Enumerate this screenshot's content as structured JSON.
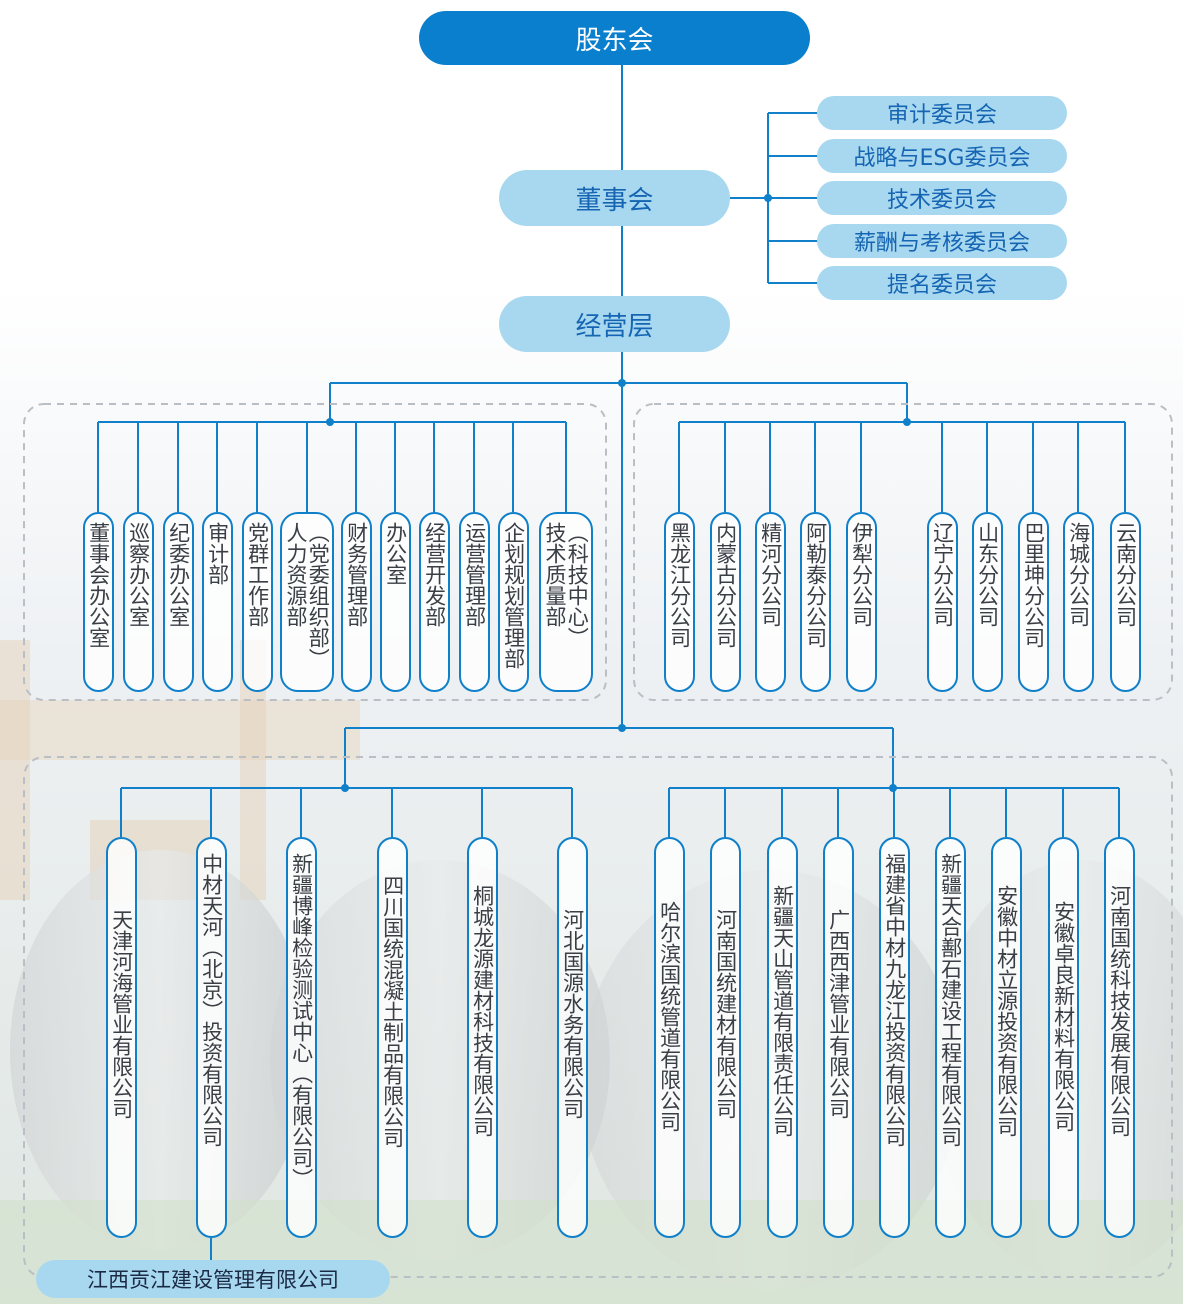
{
  "top": {
    "label": "股东会"
  },
  "board": {
    "label": "董事会"
  },
  "committees": [
    "审计委员会",
    "战略与ESG委员会",
    "技术委员会",
    "薪酬与考核委员会",
    "提名委员会"
  ],
  "management": {
    "label": "经营层"
  },
  "departments": [
    "董事会办公室",
    "巡察办公室",
    "纪委办公室",
    "审计部",
    "党群工作部",
    "（党委组织部）\n人力资源部",
    "财务管理部",
    "办公室",
    "经营开发部",
    "运营管理部",
    "企划规划管理部",
    "（科技中心）\n技术质量部"
  ],
  "branches_group1": [
    "黑龙江分公司",
    "内蒙古分公司",
    "精河分公司",
    "阿勒泰分公司",
    "伊犁分公司"
  ],
  "branches_group2": [
    "辽宁分公司",
    "山东分公司",
    "巴里坤分公司",
    "海城分公司",
    "云南分公司"
  ],
  "subsidiaries_left": [
    "天津河海管业有限公司",
    "中材天河（北京）投资有限公司",
    "新疆博峰检验测试中心（有限公司）",
    "四川国统混凝土制品有限公司",
    "桐城龙源建材科技有限公司",
    "河北国源水务有限公司"
  ],
  "subsidiaries_right": [
    "哈尔滨国统管道有限公司",
    "河南国统建材有限公司",
    "新疆天山管道有限责任公司",
    "广西西津管业有限公司",
    "福建省中材九龙江投资有限公司",
    "新疆天合鄯石建设工程有限公司",
    "安徽中材立源投资有限公司",
    "安徽卓良新材料有限公司",
    "河南国统科技发展有限公司"
  ],
  "subsub": {
    "label": "江西贡江建设管理有限公司"
  },
  "colors": {
    "primary": "#0a7fcd",
    "light": "#a8d8f0",
    "line": "#0f80c9",
    "text_dark": "#3a3f46"
  }
}
